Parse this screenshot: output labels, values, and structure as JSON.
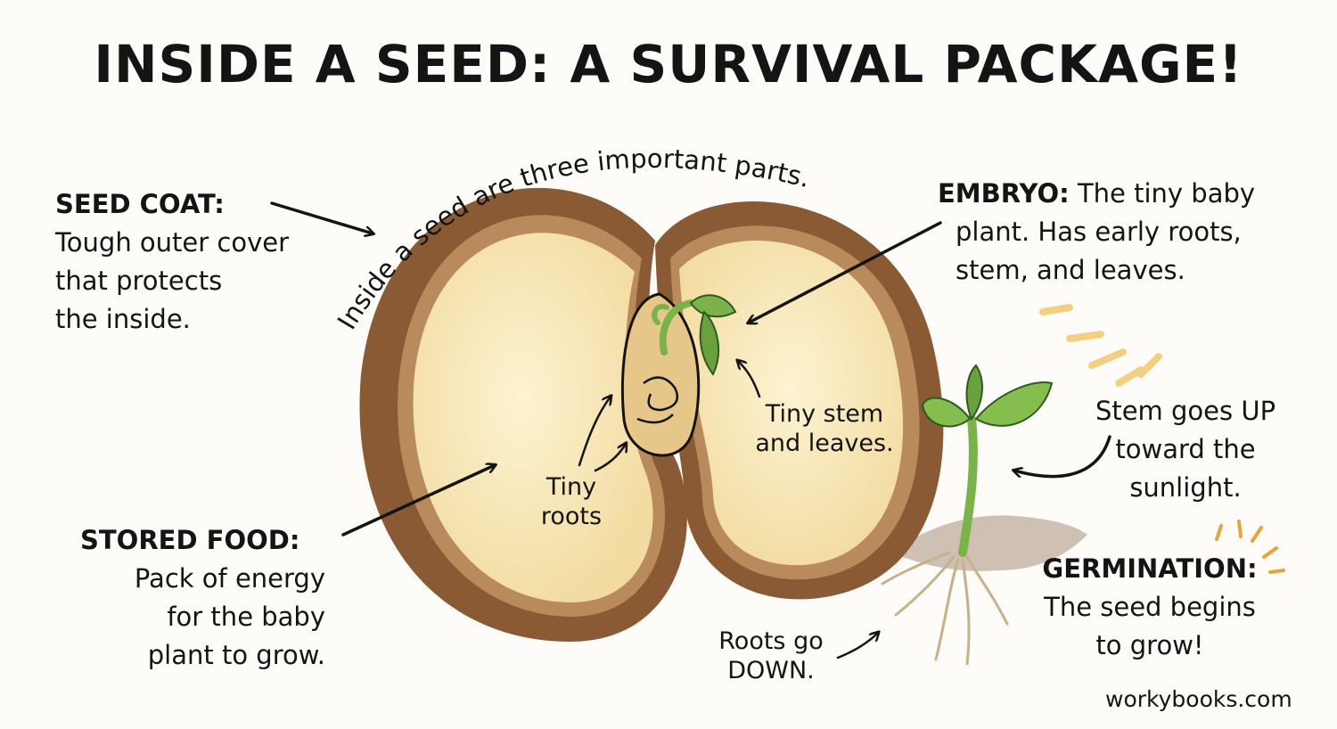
{
  "title": "INSIDE A SEED: A SURVIVAL PACKAGE!",
  "arc_text": "Inside a seed are three important parts.",
  "seed_coat": {
    "heading": "SEED COAT:",
    "lines": [
      "Tough outer cover",
      "that protects",
      "the inside."
    ]
  },
  "embryo": {
    "heading": "EMBRYO:",
    "lines": [
      "The tiny baby",
      "plant. Has early roots,",
      "stem, and leaves."
    ]
  },
  "stored_food": {
    "heading": "STORED FOOD:",
    "lines": [
      "Pack of energy",
      "for the baby",
      "plant to grow."
    ]
  },
  "germination": {
    "heading": "GERMINATION:",
    "lines": [
      "The seed begins",
      "to grow!"
    ]
  },
  "tiny_roots": [
    "Tiny",
    "roots"
  ],
  "tiny_stem": [
    "Tiny stem",
    "and leaves."
  ],
  "stem_up": [
    "Stem goes UP",
    "toward the",
    "sunlight."
  ],
  "roots_down": [
    "Roots go",
    "DOWN."
  ],
  "credit": "workybooks.com",
  "colors": {
    "seed_coat": "#8a5a34",
    "seed_inner": "#f8e8b8",
    "leaf": "#7bb34a",
    "ink": "#141414",
    "sun": "#f3c565"
  }
}
